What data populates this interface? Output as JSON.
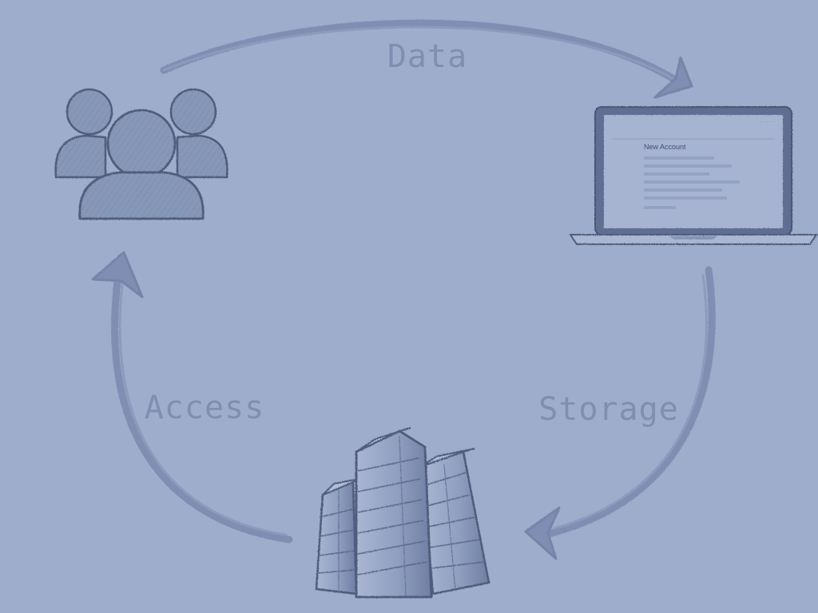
{
  "diagram": {
    "labels": {
      "data": "Data",
      "storage": "Storage",
      "access": "Access"
    },
    "laptop_screen": {
      "title": "New Account"
    }
  },
  "colors": {
    "background": "#9eadcb",
    "sketch_fill": "#8595b6",
    "sketch_stroke": "#4f5c7c",
    "arrow": "#7f8eb2",
    "label": "#7f8fb2"
  },
  "icons": [
    "users-icon",
    "laptop-icon",
    "server-rack-icon"
  ]
}
